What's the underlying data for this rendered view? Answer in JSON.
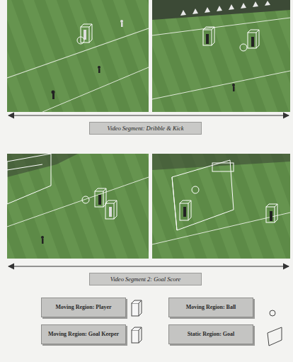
{
  "diagram": {
    "nodes": [
      {
        "text": [
          "Video Segment: Dribble & Kick"
        ]
      },
      {
        "text": [
          "Video Segment 2: Goal Score"
        ]
      }
    ],
    "legend": [
      {
        "text": "Moving Region: Player"
      },
      {
        "text": "Moving Region: Ball"
      },
      {
        "text": "Moving Region: Goal Keeper"
      },
      {
        "text": "Static Region: Goal"
      }
    ]
  }
}
